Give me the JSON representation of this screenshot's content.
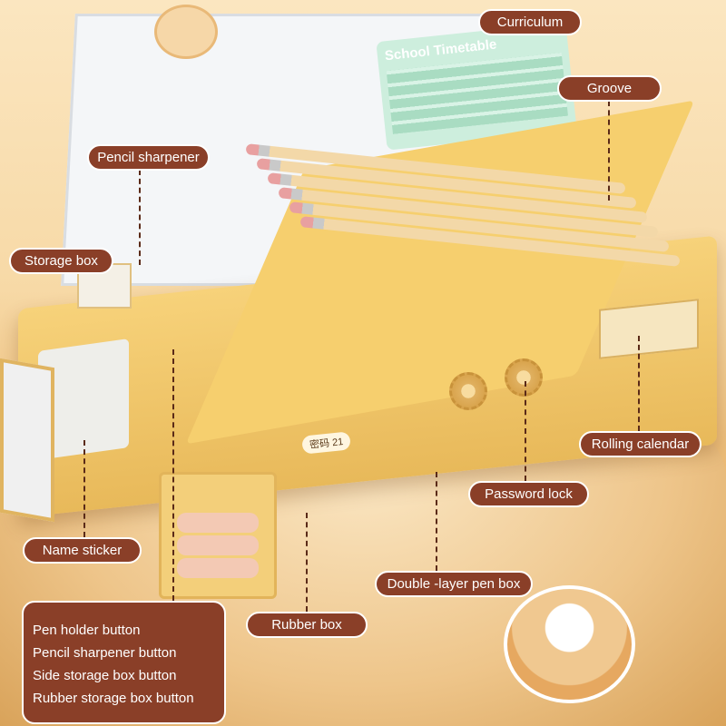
{
  "product": {
    "timetable_title": "School Timetable",
    "password_tag": "密码 21"
  },
  "labels": {
    "curriculum": "Curriculum",
    "groove": "Groove",
    "pencil_sharpener": "Pencil sharpener",
    "storage_box": "Storage box",
    "rolling_calendar": "Rolling calendar",
    "password_lock": "Password lock",
    "name_sticker": "Name sticker",
    "double_layer_pen_box": "Double -layer pen box",
    "rubber_box": "Rubber box"
  },
  "buttons_legend": [
    "Pen holder button",
    "Pencil sharpener button",
    "Side storage box button",
    "Rubber storage box button"
  ],
  "colors": {
    "label_bg": "#8a3f28",
    "label_text": "#ffffff",
    "case": "#f3cf7a"
  }
}
